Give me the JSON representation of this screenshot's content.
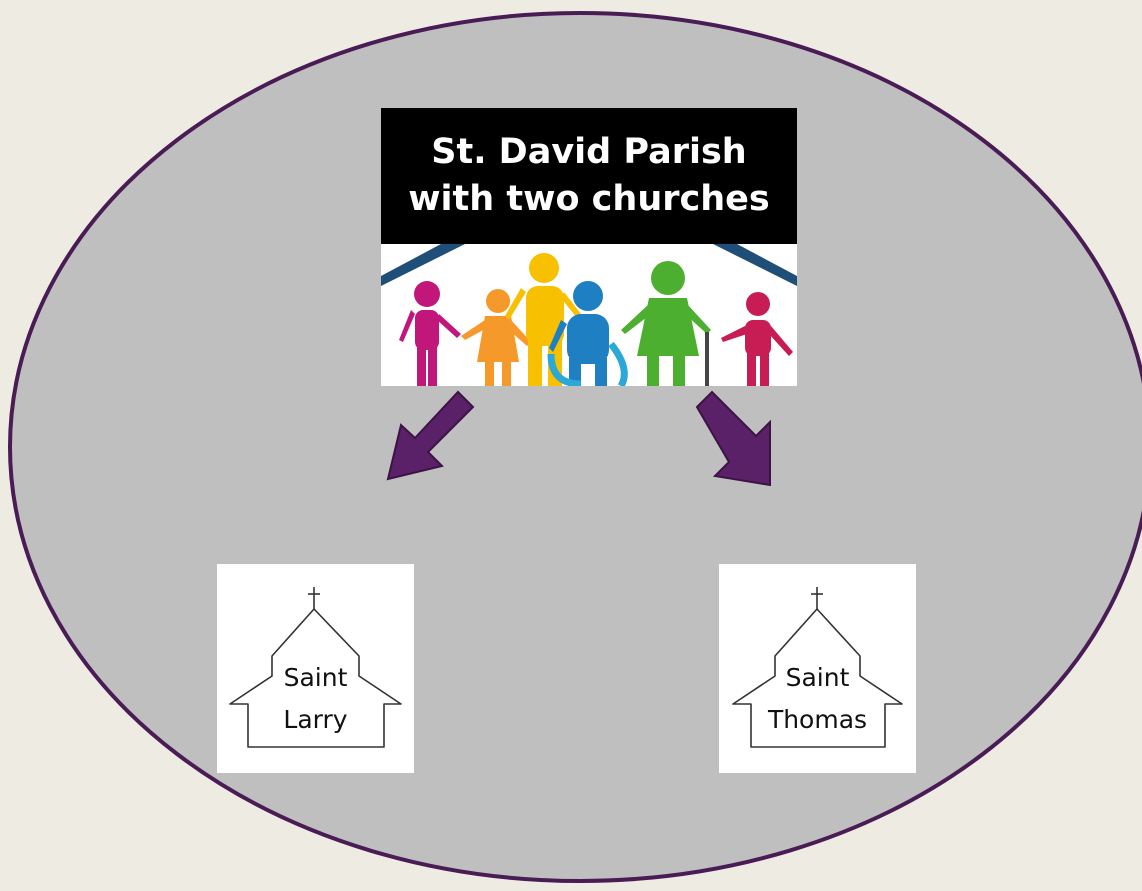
{
  "parish": {
    "title_line1": "St. David Parish",
    "title_line2": "with two churches"
  },
  "churches": [
    {
      "word1": "Saint",
      "word2": "Larry"
    },
    {
      "word1": "Saint",
      "word2": "Thomas"
    }
  ],
  "colors": {
    "background": "#edebe2",
    "ellipse_fill": "#bfbfbf",
    "ellipse_stroke": "#4a1c55",
    "arrow": "#5b2168",
    "arrow_stroke": "#3d1346",
    "people": [
      "#c2177a",
      "#f59a2a",
      "#f7c000",
      "#1e7fc2",
      "#4daf2f",
      "#c81c55"
    ]
  },
  "icons": {
    "people": "family-people-icon",
    "church": "church-icon",
    "arrow": "down-arrow-icon"
  }
}
